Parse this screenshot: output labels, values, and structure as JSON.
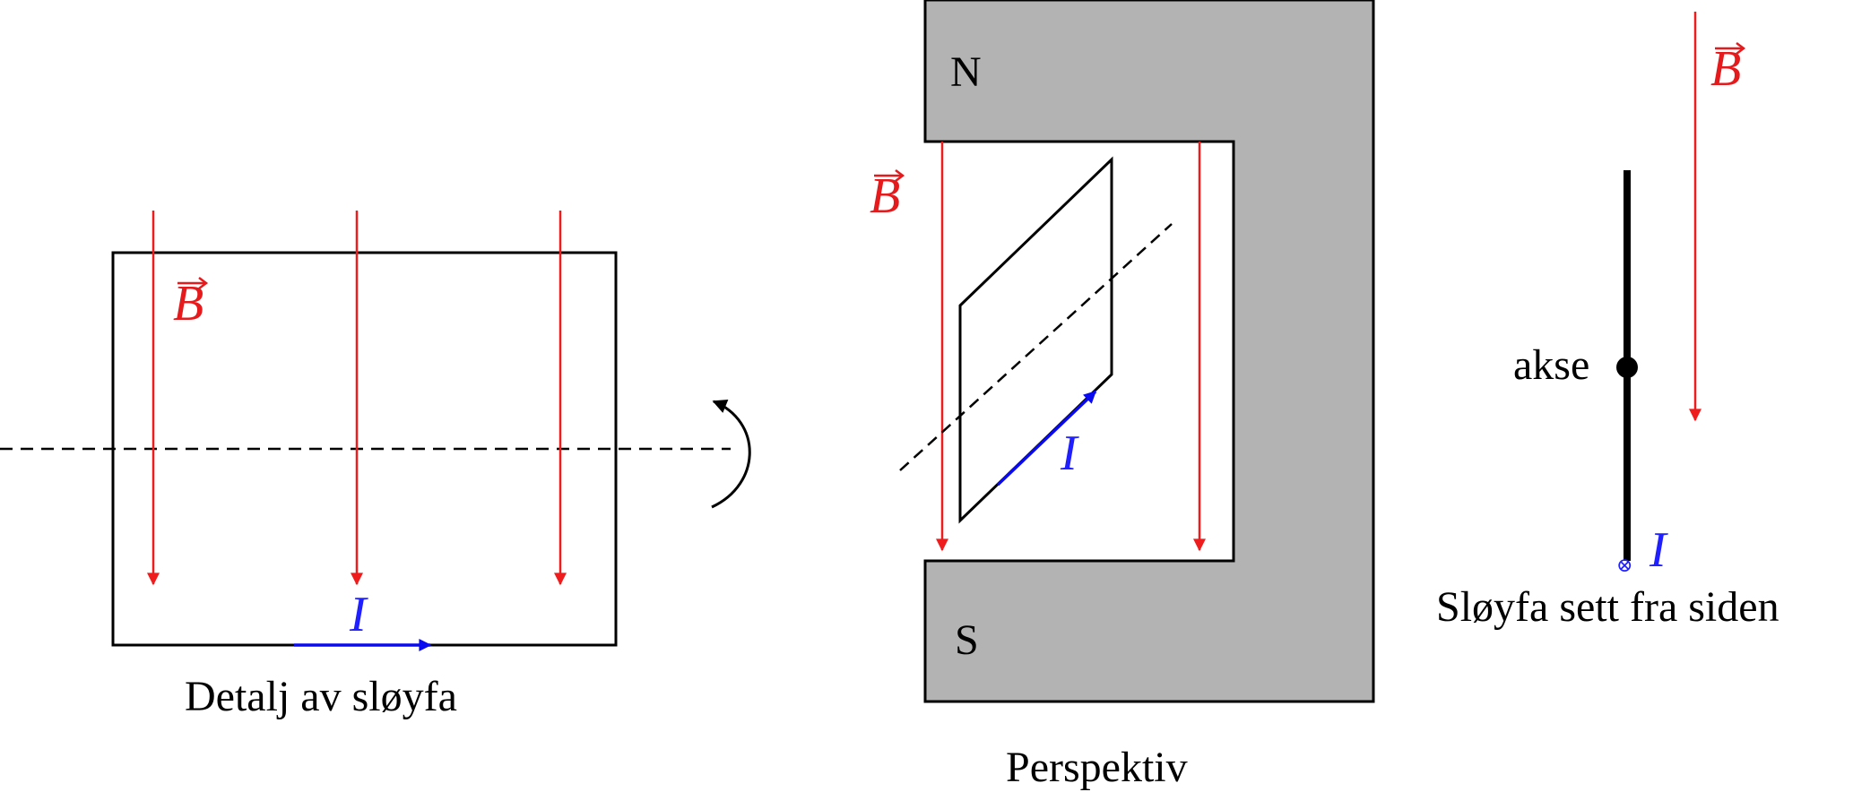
{
  "panels": {
    "left": {
      "caption": "Detalj av sløyfa",
      "field_symbol": "B",
      "current_symbol": "I"
    },
    "middle": {
      "caption": "Perspektiv",
      "north_label": "N",
      "south_label": "S",
      "field_symbol": "B",
      "current_symbol": "I"
    },
    "right": {
      "caption": "Sløyfa sett fra siden",
      "axis_label": "akse",
      "field_symbol": "B",
      "current_symbol": "I",
      "current_marker": "⊗"
    }
  },
  "colors": {
    "field": "#ee1c1c",
    "current": "#0a0af0",
    "magnet": "#b3b3b3",
    "line": "#000000"
  },
  "icons": [
    "rotation-arrow-icon",
    "into-page-current-icon"
  ]
}
